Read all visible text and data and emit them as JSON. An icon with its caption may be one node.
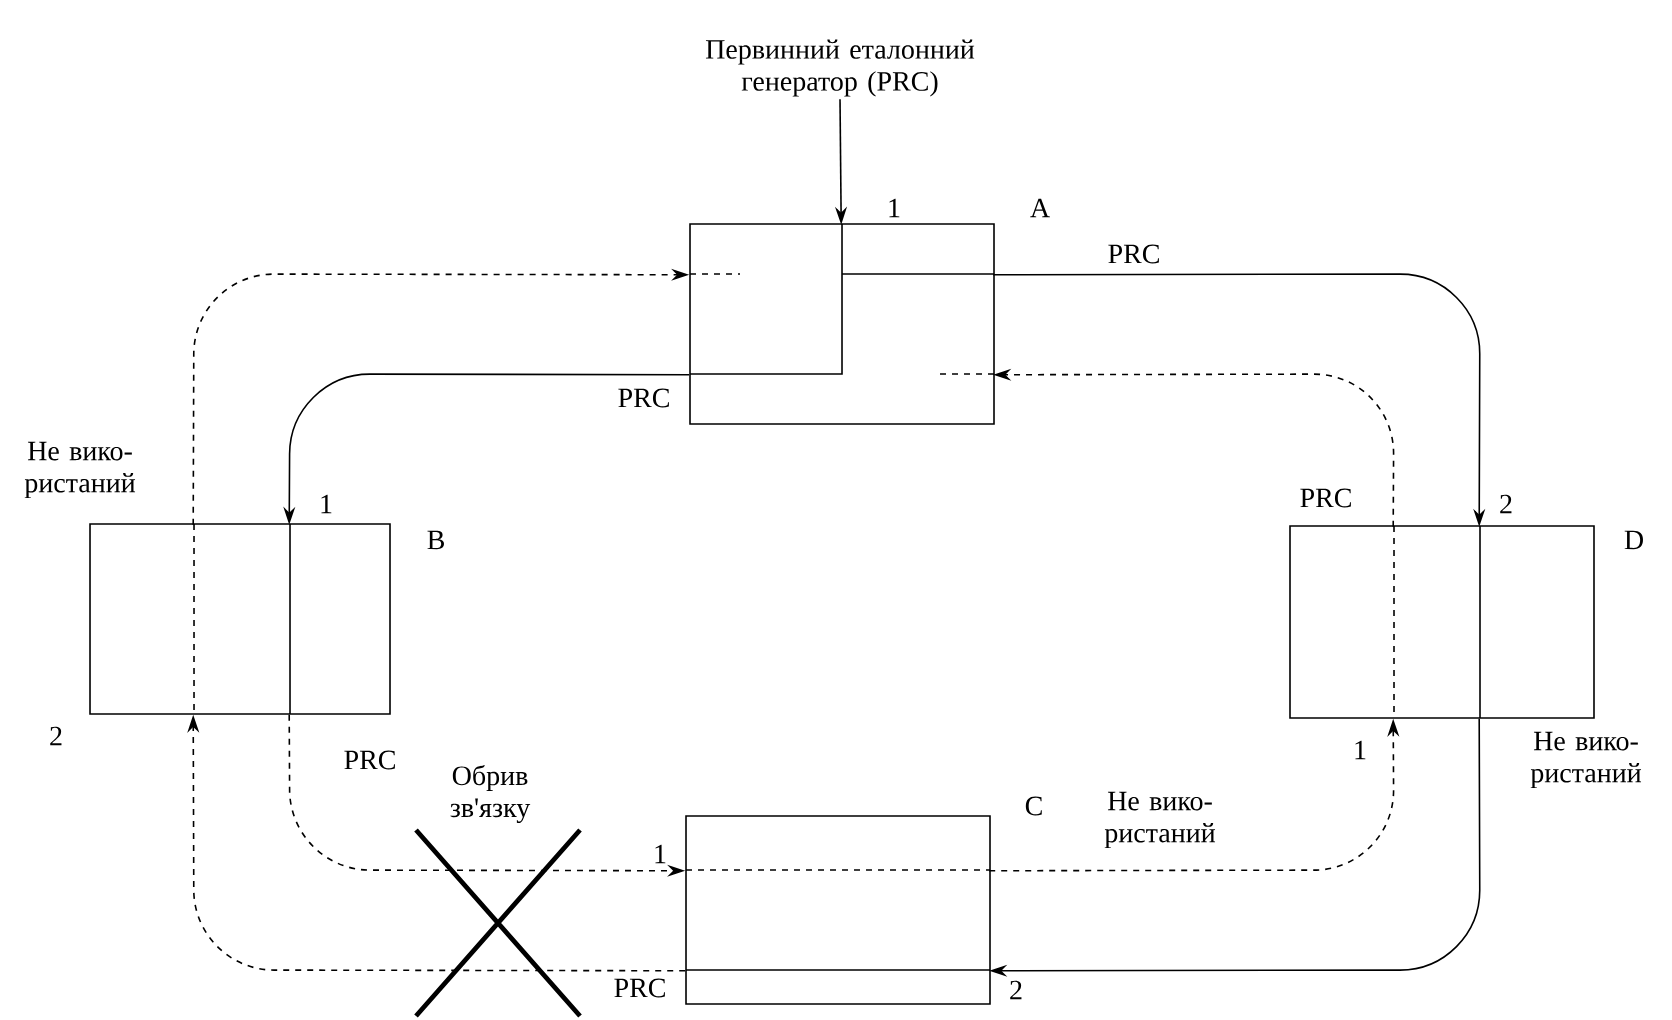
{
  "diagram": {
    "nodes": [
      {
        "text": [
          "Первинний еталонний генератор (PRC)"
        ]
      },
      {
        "text": [
          "A"
        ],
        "beside": [
          "1"
        ]
      },
      {
        "text": [
          "B"
        ],
        "beside": [
          "1",
          "2"
        ]
      },
      {
        "text": [
          "D"
        ],
        "beside": [
          "PRC",
          "2",
          "1"
        ]
      },
      {
        "text": [
          "C"
        ],
        "beside": [
          "1",
          "2"
        ]
      }
    ],
    "edges": [
      {
        "from": 0,
        "to": 1,
        "arrow": "to"
      },
      {
        "from": 1,
        "to": 3,
        "arrow": "to",
        "label": "PRC"
      },
      {
        "from": 3,
        "to": 4,
        "arrow": "to"
      },
      {
        "from": 4,
        "to": 2,
        "arrow": "to",
        "style": "dashed",
        "label": "PRC"
      },
      {
        "from": 2,
        "to": 1,
        "arrow": "to",
        "style": "dashed"
      },
      {
        "from": 1,
        "to": 2,
        "arrow": "to",
        "label": "PRC"
      },
      {
        "from": 2,
        "to": 4,
        "arrow": "to",
        "style": "dashed",
        "label": "PRC"
      },
      {
        "from": 4,
        "to": 3,
        "arrow": "to",
        "style": "dashed"
      },
      {
        "from": 3,
        "to": 1,
        "arrow": "to",
        "style": "dashed"
      }
    ],
    "labels": [
      "Не вико- ристаний",
      "Обрив зв'язку",
      "Не вико- ристаний",
      "Не вико- ристаний"
    ]
  }
}
